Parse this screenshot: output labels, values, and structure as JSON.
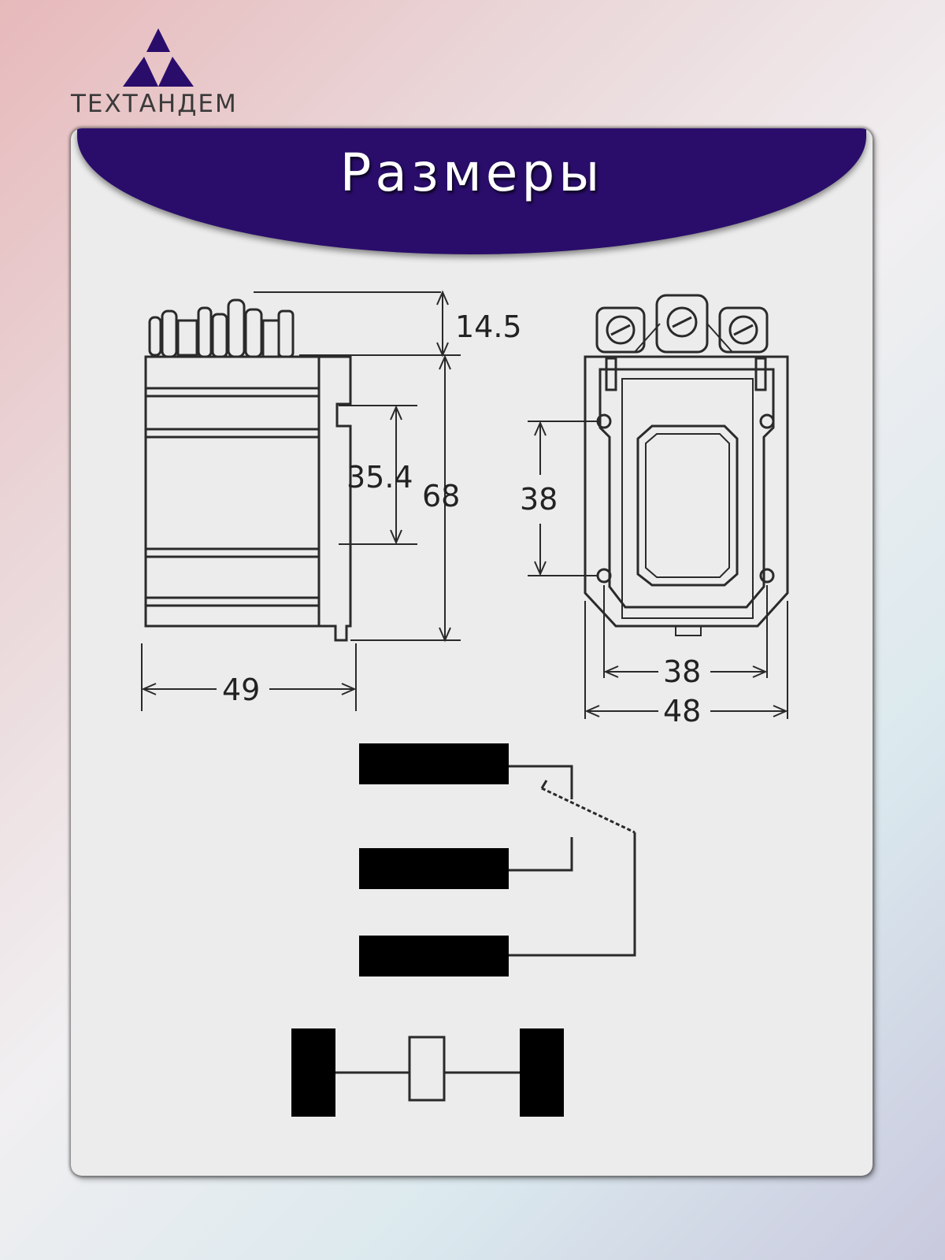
{
  "brand": {
    "name": "ТЕХТАНДЕМ",
    "logo_color": "#2a0d6b"
  },
  "card": {
    "title": "Размеры",
    "banner_color": "#2a0d6b"
  },
  "dimensions": {
    "side_terminal_height": "14.5",
    "side_mount_spacing": "35.4",
    "side_height": "68",
    "side_width": "49",
    "front_mount_vertical": "38",
    "front_mount_horizontal": "38",
    "front_width": "48"
  }
}
